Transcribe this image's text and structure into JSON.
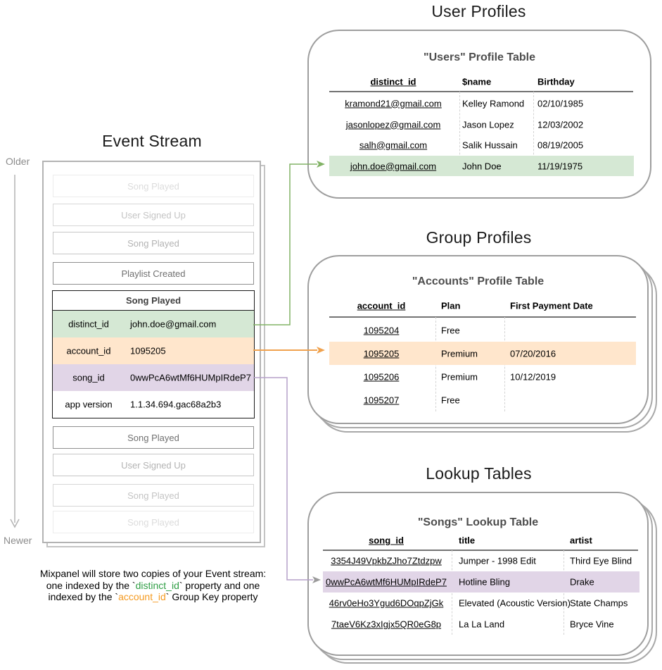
{
  "accents": {
    "row_green": "#d5e8d4",
    "row_orange": "#ffe6cc",
    "row_purple": "#e1d5e7",
    "arrow_green": "#82b366",
    "arrow_orange": "#f0a24e",
    "arrow_purple": "#b5a1c9",
    "caption_green": "#2e9e44",
    "caption_orange": "#f59b22"
  },
  "event_stream": {
    "title": "Event Stream",
    "older_label": "Older",
    "newer_label": "Newer",
    "events_before": [
      {
        "label": "Song Played"
      },
      {
        "label": "User Signed Up"
      },
      {
        "label": "Song Played"
      },
      {
        "label": "Playlist Created"
      }
    ],
    "event_card": {
      "title": "Song Played",
      "rows": [
        {
          "key": "distinct_id",
          "value": "john.doe@gmail.com",
          "highlight": "green"
        },
        {
          "key": "account_id",
          "value": "1095205",
          "highlight": "orange"
        },
        {
          "key": "song_id",
          "value": "0wwPcA6wtMf6HUMpIRdeP7",
          "highlight": "purple"
        },
        {
          "key": "app version",
          "value": "1.1.34.694.gac68a2b3",
          "highlight": "none"
        }
      ]
    },
    "events_after": [
      {
        "label": "Song Played"
      },
      {
        "label": "User Signed Up"
      },
      {
        "label": "Song Played"
      },
      {
        "label": "Song Played"
      }
    ],
    "caption": {
      "line1": "Mixpanel will store two copies of your Event stream:",
      "line2_pre": "one indexed by the `",
      "line2_token": "distinct_id",
      "line2_post": "` property and one",
      "line3_pre": "indexed by the `",
      "line3_token": "account_id",
      "line3_post": "` Group Key property"
    }
  },
  "user_profiles": {
    "section_title": "User Profiles",
    "card_title": "\"Users\" Profile Table",
    "columns": {
      "c1": "distinct_id",
      "c2": "$name",
      "c3": "Birthday"
    },
    "rows": [
      {
        "distinct_id": "kramond21@gmail.com",
        "name": "Kelley Ramond",
        "birthday": "02/10/1985"
      },
      {
        "distinct_id": "jasonlopez@gmail.com",
        "name": "Jason Lopez",
        "birthday": "12/03/2002"
      },
      {
        "distinct_id": "salh@gmail.com",
        "name": "Salik Hussain",
        "birthday": "08/19/2005"
      },
      {
        "distinct_id": "john.doe@gmail.com",
        "name": "John Doe",
        "birthday": "11/19/1975"
      }
    ],
    "highlighted_row": 3
  },
  "group_profiles": {
    "section_title": "Group Profiles",
    "card_title": "\"Accounts\" Profile Table",
    "columns": {
      "c1": "account_id",
      "c2": "Plan",
      "c3": "First Payment Date"
    },
    "rows": [
      {
        "account_id": "1095204",
        "plan": "Free",
        "first_payment_date": ""
      },
      {
        "account_id": "1095205",
        "plan": "Premium",
        "first_payment_date": "07/20/2016"
      },
      {
        "account_id": "1095206",
        "plan": "Premium",
        "first_payment_date": "10/12/2019"
      },
      {
        "account_id": "1095207",
        "plan": "Free",
        "first_payment_date": ""
      }
    ],
    "highlighted_row": 1
  },
  "lookup_tables": {
    "section_title": "Lookup Tables",
    "card_title": "\"Songs\" Lookup Table",
    "columns": {
      "c1": "song_id",
      "c2": "title",
      "c3": "artist"
    },
    "rows": [
      {
        "song_id": "3354J49VpkbZJho7Ztdzpw",
        "title": "Jumper - 1998 Edit",
        "artist": "Third Eye Blind"
      },
      {
        "song_id": "0wwPcA6wtMf6HUMpIRdeP7",
        "title": "Hotline Bling",
        "artist": "Drake"
      },
      {
        "song_id": "46rv0eHo3Ygud6DOqpZjGk",
        "title": "Elevated (Acoustic Version)",
        "artist": "State Champs"
      },
      {
        "song_id": "7taeV6Kz3xIgjx5QR0eG8p",
        "title": "La La Land",
        "artist": "Bryce Vine"
      }
    ],
    "highlighted_row": 1
  }
}
